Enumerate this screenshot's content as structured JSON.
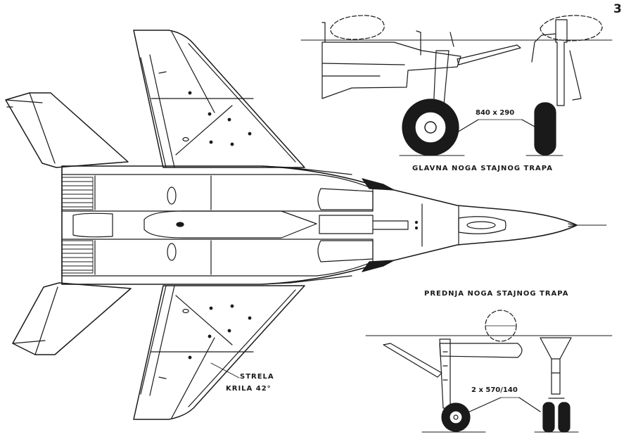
{
  "page_number": "3",
  "main_gear": {
    "caption": "GLAVNA NOGA STAJNOG TRAPA",
    "tire_size": "840 x 290"
  },
  "nose_gear": {
    "caption": "PREDNJA NOGA STAJNOG TRAPA",
    "tire_size": "2 x 570/140"
  },
  "wing_sweep": {
    "line1": "STRELA",
    "line2": "KRILA 42°"
  },
  "colors": {
    "ink": "#1a1a1a",
    "paper": "#ffffff"
  }
}
